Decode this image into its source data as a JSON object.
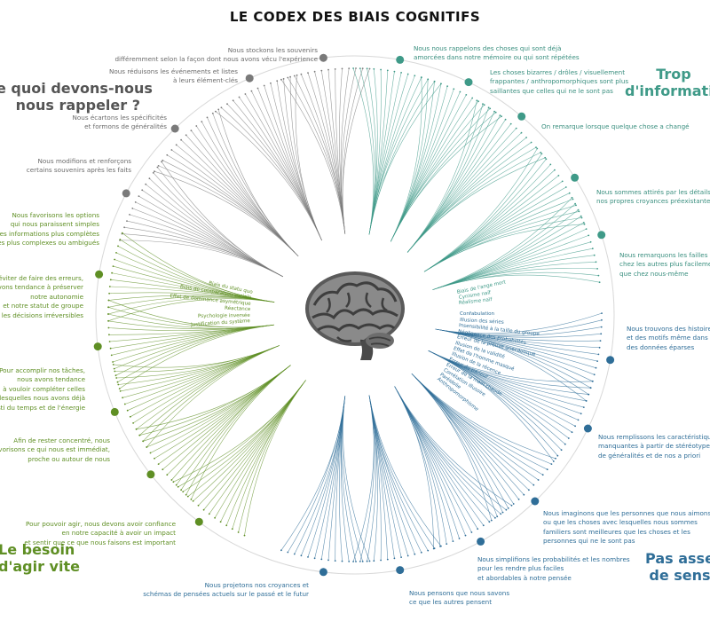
{
  "title": "LE CODEX DES BIAIS COGNITIFS",
  "categories": {
    "memory": {
      "line1": "e quoi devons-nous",
      "line2": "nous rappeler ?"
    },
    "info": {
      "line1": "Trop",
      "line2": "d'informatio"
    },
    "meaning": {
      "line1": "Pas asse",
      "line2": "de sens"
    },
    "act": {
      "line1": "Le besoin",
      "line2": "d'agir vite"
    }
  },
  "subcategories": {
    "mem1": [
      "Nous stockons les souvenirs",
      "différemment selon la façon dont nous avons vécu l'expérience"
    ],
    "mem2": [
      "Nous réduisons les événements et listes",
      "à leurs élément-clés"
    ],
    "mem3": [
      "Nous écartons les spécificités",
      "et formons de généralités"
    ],
    "mem4": [
      "Nous modifions et renforçons",
      "certains souvenirs après les faits"
    ],
    "info1": [
      "Nous nous rappelons des choses qui sont déjà",
      "amorcées dans notre mémoire ou qui sont répétées"
    ],
    "info2": [
      "Les choses bizarres / drôles / visuellement",
      "frappantes / anthropomorphiques sont plus",
      "saillantes que celles qui ne le sont pas"
    ],
    "info3": [
      "On remarque lorsque quelque chose a changé"
    ],
    "info4": [
      "Nous sommes attirés par les détails e",
      "nos propres croyances préexistantes"
    ],
    "info5": [
      "Nous remarquons les failles",
      "chez les autres plus facileme",
      "que chez nous-même"
    ],
    "mean1": [
      "Nous trouvons des histoires",
      "et des motifs même dans",
      "des données éparses"
    ],
    "mean2": [
      "Nous remplissons les caractéristique",
      "manquantes à partir de stéréotype",
      "de généralités et de nos a priori"
    ],
    "mean3": [
      "Nous imaginons que les personnes que nous aimons",
      "ou que les choses avec lesquelles nous sommes",
      "familiers sont meilleures que les choses et les",
      "personnes qui ne le sont pas"
    ],
    "mean4": [
      "Nous simplifions les probabilités et les nombres",
      "pour les rendre plus faciles",
      "et abordables à notre pensée"
    ],
    "mean5": [
      "Nous pensons que nous savons",
      "ce que les autres pensent"
    ],
    "mean6": [
      "Nous projetons nos croyances et",
      "schémas de pensées actuels sur le passé et le futur"
    ],
    "act1": [
      "Nous favorisons les options",
      "qui nous paraissent simples",
      "ou les informations plus complètes",
      "que les plus complexes ou ambigués"
    ],
    "act2": [
      "éviter de faire des erreurs,",
      "vons tendance à préserver",
      "notre autonomie",
      "et notre statut de groupe",
      "r les décisions irréversibles"
    ],
    "act3": [
      "Pour accomplir nos tâches,",
      "nous avons tendance",
      "à vouloir compléter celles",
      "lesquelles nous avons déjà",
      "sti du temps et de l'énergie"
    ],
    "act4": [
      "Afin de rester concentré, nous",
      "favorisons ce qui nous est immédiat,",
      "proche ou autour de nous"
    ],
    "act5": [
      "Pour pouvoir agir, nous devons avoir confiance",
      "en notre capacité à avoir un impact",
      "et sentir que ce que nous faisons est important"
    ]
  },
  "biases": {
    "right_blue": [
      "Confabulation",
      "Illusion des séries",
      "Insensibilité à la taille du groupe",
      "Négligence des probabilités",
      "Erreur de la preuve anecdotique",
      "Illusion de la validité",
      "Effet de l'homme masqué",
      "Illusion de la récence",
      "Erreur du parieur",
      "Erreur de la main chaude",
      "Corrélation illusoire",
      "Paréidolie",
      "Anthropomorphisme"
    ],
    "right_teal": [
      "Biais de l'ange mort",
      "Cynisme naïf",
      "Réalisme naïf"
    ],
    "left_green": [
      "Biais du statu quo",
      "Biais de comparaison sociale",
      "Effet de dominance asymétrique",
      "Réactance",
      "Psychologie inversée",
      "Justification du système"
    ]
  },
  "colors": {
    "memory": "#7a7a7a",
    "info": "#3f9a88",
    "meaning": "#2f6e98",
    "act": "#5f8f24"
  }
}
